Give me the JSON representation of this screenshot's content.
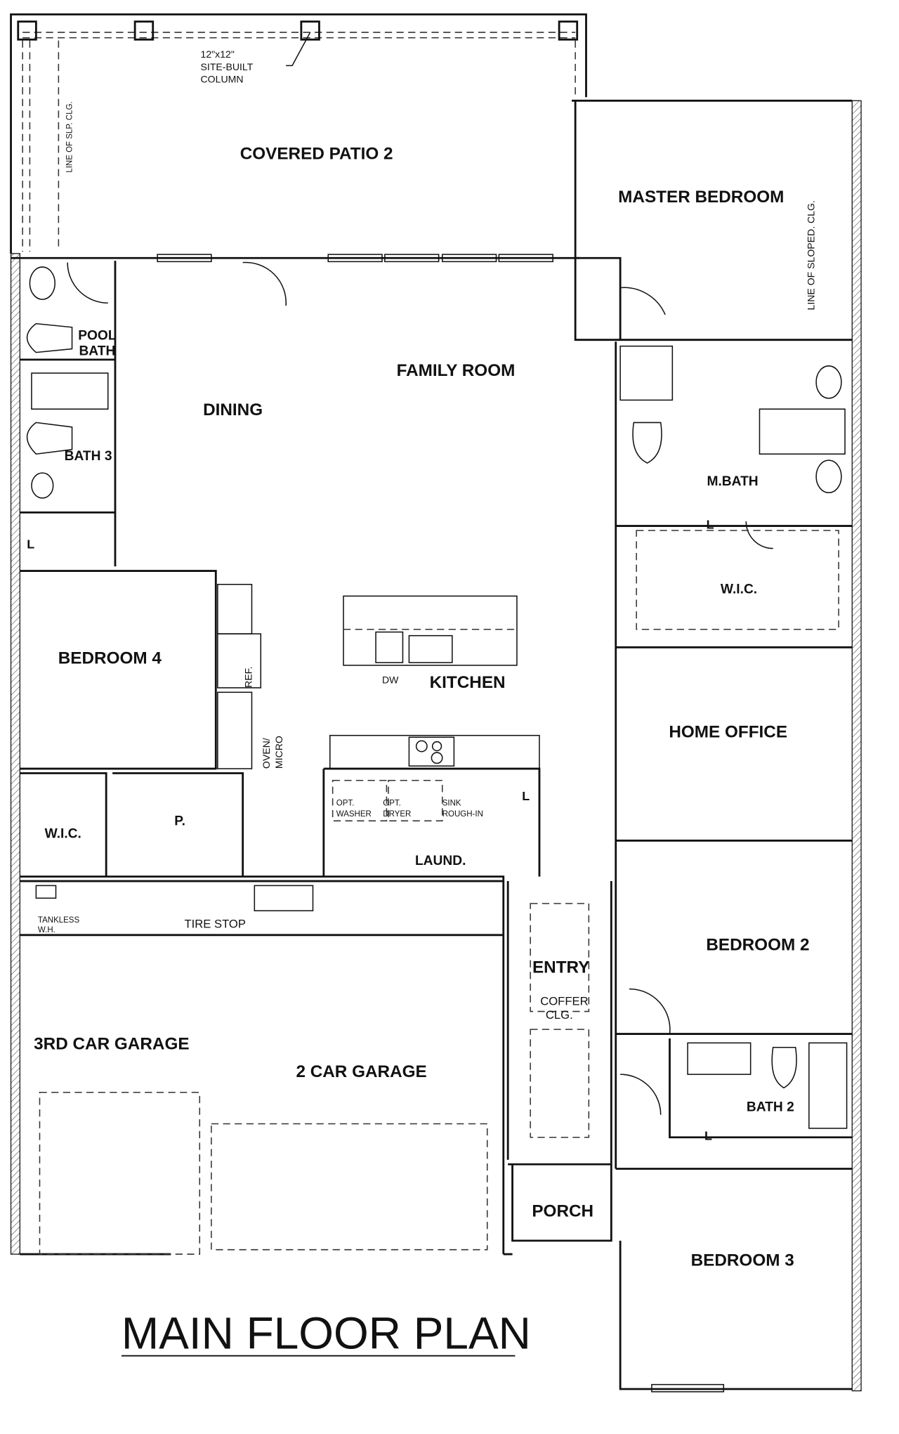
{
  "title": "MAIN FLOOR PLAN",
  "rooms": {
    "covered_patio": "COVERED PATIO 2",
    "master_bedroom": "MASTER BEDROOM",
    "pool_bath_1": "POOL",
    "pool_bath_2": "BATH",
    "family_room": "FAMILY ROOM",
    "dining": "DINING",
    "bath3": "BATH 3",
    "master_bath": "M.BATH",
    "master_wic": "W.I.C.",
    "bedroom4": "BEDROOM 4",
    "kitchen": "KITCHEN",
    "home_office": "HOME OFFICE",
    "wic": "W.I.C.",
    "pantry": "P.",
    "laundry": "LAUND.",
    "entry": "ENTRY",
    "bedroom2": "BEDROOM 2",
    "third_car_garage": "3RD CAR GARAGE",
    "two_car_garage": "2 CAR GARAGE",
    "bath2": "BATH 2",
    "porch": "PORCH",
    "bedroom3": "BEDROOM 3"
  },
  "notes": {
    "column_1": "12\"x12\"",
    "column_2": "SITE-BUILT",
    "column_3": "COLUMN",
    "slp_clg": "LINE OF SLP. CLG.",
    "sloped_clg": "LINE OF SLOPED. CLG.",
    "dw": "DW",
    "ref": "REF.",
    "oven_micro_1": "OVEN/",
    "oven_micro_2": "MICRO",
    "washer_1": "OPT.",
    "washer_2": "WASHER",
    "dryer_1": "OPT.",
    "dryer_2": "DRYER",
    "sink_1": "SINK",
    "sink_2": "ROUGH-IN",
    "tankless_1": "TANKLESS",
    "tankless_2": "W.H.",
    "tire_stop": "TIRE STOP",
    "coffer_1": "COFFER",
    "coffer_2": "CLG.",
    "linen": "L"
  }
}
